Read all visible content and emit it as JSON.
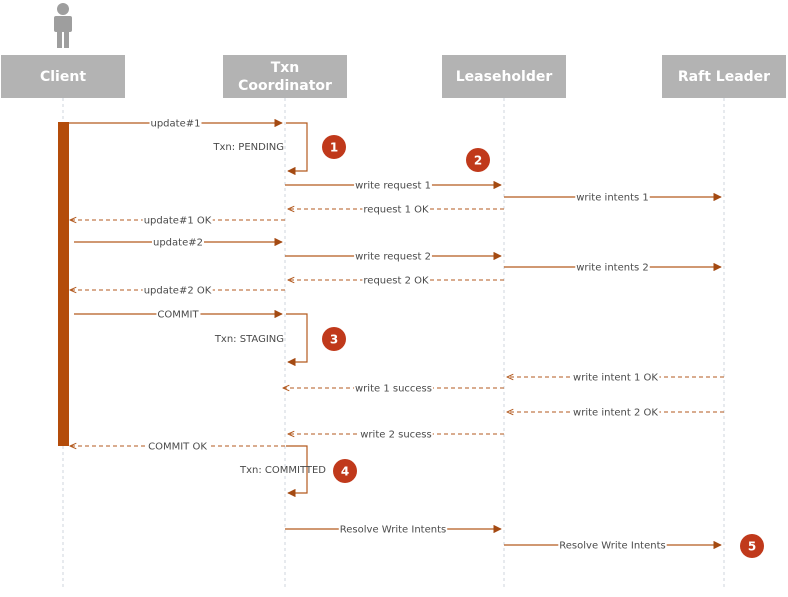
{
  "colors": {
    "accent": "#a44a12",
    "arrow": "#b35a1f",
    "activation": "#b44c0a",
    "badge": "#c0391b",
    "header_bg": "#b3b3b3",
    "lifeline": "#cfd4dc",
    "actor_icon": "#9e9e9e"
  },
  "participants": [
    {
      "id": "client",
      "label": "Client",
      "actor_icon": "person-icon"
    },
    {
      "id": "txn",
      "label": "Txn\nCoordinator"
    },
    {
      "id": "leaseholder",
      "label": "Leaseholder"
    },
    {
      "id": "raft",
      "label": "Raft Leader"
    }
  ],
  "messages": [
    {
      "from": "client",
      "to": "txn",
      "label": "update#1",
      "style": "solid"
    },
    {
      "from": "txn",
      "to": "txn",
      "label": "Txn: PENDING",
      "style": "self"
    },
    {
      "from": "txn",
      "to": "leaseholder",
      "label": "write request 1",
      "style": "solid"
    },
    {
      "from": "leaseholder",
      "to": "raft",
      "label": "write intents 1",
      "style": "solid"
    },
    {
      "from": "leaseholder",
      "to": "txn",
      "label": "request 1 OK",
      "style": "dashed"
    },
    {
      "from": "txn",
      "to": "client",
      "label": "update#1 OK",
      "style": "dashed"
    },
    {
      "from": "client",
      "to": "txn",
      "label": "update#2",
      "style": "solid"
    },
    {
      "from": "txn",
      "to": "leaseholder",
      "label": "write request 2",
      "style": "solid"
    },
    {
      "from": "leaseholder",
      "to": "raft",
      "label": "write intents 2",
      "style": "solid"
    },
    {
      "from": "leaseholder",
      "to": "txn",
      "label": "request 2 OK",
      "style": "dashed"
    },
    {
      "from": "txn",
      "to": "client",
      "label": "update#2 OK",
      "style": "dashed"
    },
    {
      "from": "client",
      "to": "txn",
      "label": "COMMIT",
      "style": "solid"
    },
    {
      "from": "txn",
      "to": "txn",
      "label": "Txn: STAGING",
      "style": "self"
    },
    {
      "from": "raft",
      "to": "leaseholder",
      "label": "write intent 1 OK",
      "style": "dashed"
    },
    {
      "from": "leaseholder",
      "to": "txn",
      "label": "write 1 success",
      "style": "dashed"
    },
    {
      "from": "raft",
      "to": "leaseholder",
      "label": "write intent 2 OK",
      "style": "dashed"
    },
    {
      "from": "leaseholder",
      "to": "txn",
      "label": "write 2 sucess",
      "style": "dashed"
    },
    {
      "from": "txn",
      "to": "client",
      "label": "COMMIT OK",
      "style": "dashed"
    },
    {
      "from": "txn",
      "to": "txn",
      "label": "Txn: COMMITTED",
      "style": "self"
    },
    {
      "from": "txn",
      "to": "leaseholder",
      "label": "Resolve Write Intents",
      "style": "solid"
    },
    {
      "from": "leaseholder",
      "to": "raft",
      "label": "Resolve Write Intents",
      "style": "solid"
    }
  ],
  "badges": [
    "1",
    "2",
    "3",
    "4",
    "5"
  ]
}
